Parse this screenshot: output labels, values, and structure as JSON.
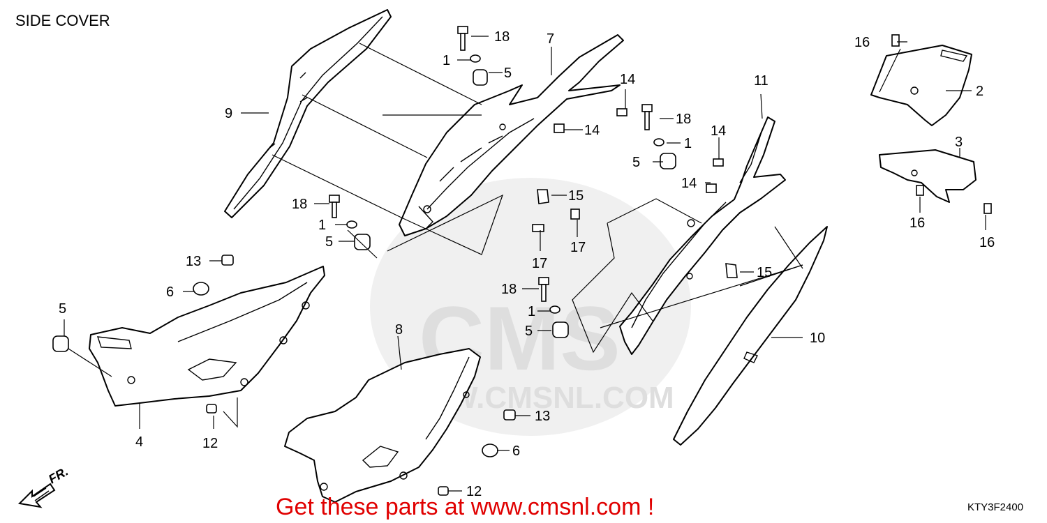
{
  "title": "SIDE COVER",
  "diagram_code": "KTY3F2400",
  "footer_link": "Get these parts at www.cmsnl.com !",
  "direction_label": "FR.",
  "watermark": {
    "brand": "CMS",
    "site": "WWW.CMSNL.COM"
  },
  "callouts": [
    "1",
    "2",
    "3",
    "4",
    "5",
    "6",
    "7",
    "8",
    "9",
    "10",
    "11",
    "12",
    "13",
    "14",
    "15",
    "16",
    "17",
    "18"
  ],
  "colors": {
    "link": "#e00000",
    "ink": "#000000",
    "watermark": "#e4e4e4"
  }
}
